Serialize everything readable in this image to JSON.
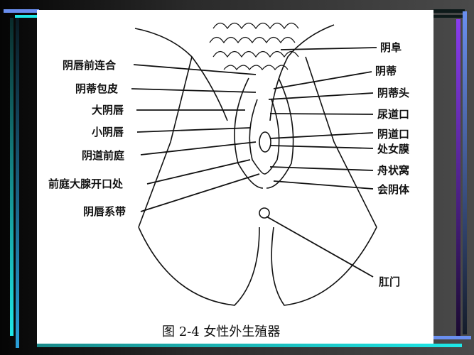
{
  "slide": {
    "caption": "图 2-4    女性外生殖器",
    "colors": {
      "background_dark": "#0a0a0a",
      "background_gray": "#4a4a4a",
      "panel": "#ffffff",
      "accent_cyan": "#1ee8e8",
      "accent_blue": "#6a8ff0",
      "accent_purple": "#8a3cf0",
      "line": "#111111"
    }
  },
  "labels": {
    "left": [
      {
        "text": "阴唇前连合"
      },
      {
        "text": "阴蒂包皮"
      },
      {
        "text": "大阴唇"
      },
      {
        "text": "小阴唇"
      },
      {
        "text": "阴道前庭"
      },
      {
        "text": "前庭大腺开口处"
      },
      {
        "text": "阴唇系带"
      }
    ],
    "right": [
      {
        "text": "阴阜"
      },
      {
        "text": "阴蒂"
      },
      {
        "text": "阴蒂头"
      },
      {
        "text": "尿道口"
      },
      {
        "text": "阴道口"
      },
      {
        "text": "处女膜"
      },
      {
        "text": "舟状窝"
      },
      {
        "text": "会阴体"
      },
      {
        "text": "肛门"
      }
    ]
  }
}
